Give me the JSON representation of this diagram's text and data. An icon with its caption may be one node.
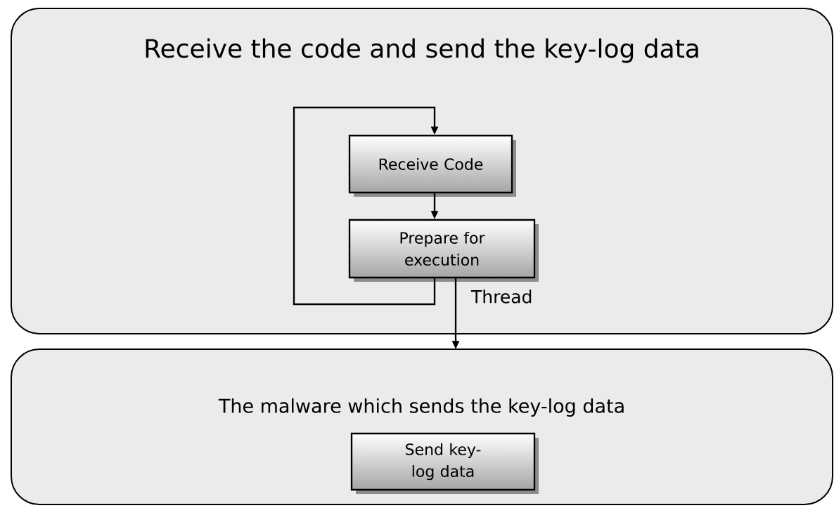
{
  "diagram": {
    "nodes": [
      {
        "text": [
          "Receive the code and send the key-log data"
        ]
      },
      {
        "text": [
          "Receive Code"
        ],
        "in": 0
      },
      {
        "text": [
          "Prepare for execution"
        ],
        "in": 0
      },
      {
        "text": [
          "The malware which sends the key-log data"
        ]
      },
      {
        "text": [
          "Send key-log data"
        ],
        "in": 3
      }
    ],
    "edges": [
      {
        "from": 1,
        "to": 2,
        "arrow": "to"
      },
      {
        "from": 2,
        "to": 1,
        "arrow": "to"
      },
      {
        "from": 2,
        "to": 3,
        "arrow": "to",
        "label": "Thread"
      }
    ]
  }
}
